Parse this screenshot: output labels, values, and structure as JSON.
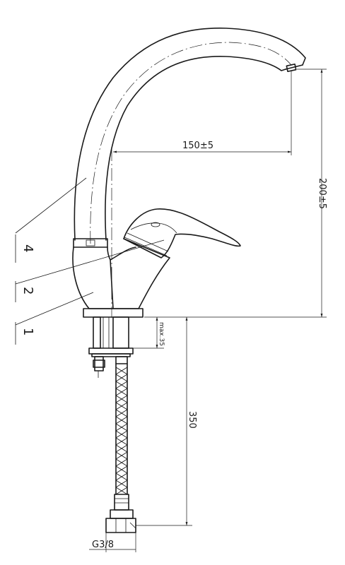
{
  "dimensions": {
    "spout_reach": "150±5",
    "spout_height": "200±5",
    "max_mount": "max.35",
    "hose_length": "350",
    "thread": "G3/8"
  },
  "parts": {
    "part_4": "4",
    "part_2": "2",
    "part_1": "1"
  }
}
